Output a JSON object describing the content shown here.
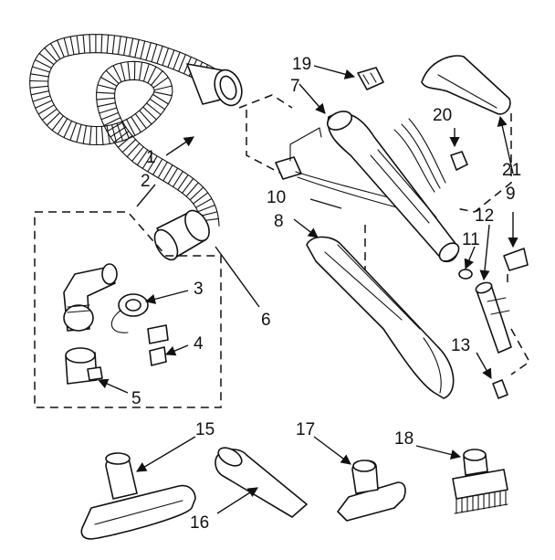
{
  "callouts": {
    "c1": "1",
    "c2": "2",
    "c3": "3",
    "c4": "4",
    "c5": "5",
    "c6": "6",
    "c7": "7",
    "c8": "8",
    "c9": "9",
    "c10": "10",
    "c11": "11",
    "c12": "12",
    "c13": "13",
    "c15": "15",
    "c16": "16",
    "c17": "17",
    "c18": "18",
    "c19": "19",
    "c20": "20",
    "c21": "21"
  },
  "colors": {
    "ink": "#111111",
    "paper": "#ffffff"
  }
}
